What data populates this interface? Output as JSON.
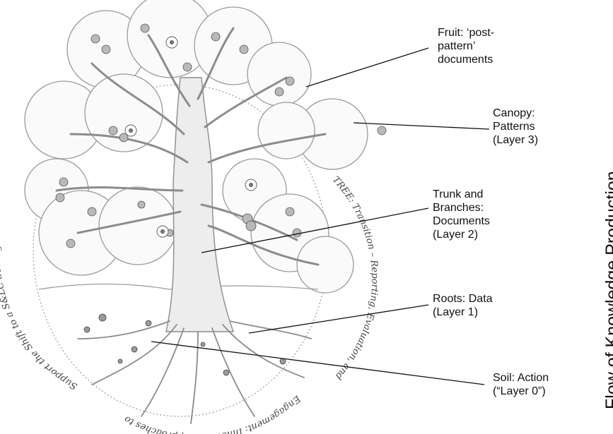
{
  "labels": {
    "fruit": "Fruit: ‘post-\npattern’\ndocuments",
    "canopy": "Canopy:\nPatterns\n(Layer 3)",
    "trunk": "Trunk and\nBranches:\nDocuments\n(Layer 2)",
    "roots": "Roots: Data\n(Layer 1)",
    "soil": "Soil:  Action\n(“Layer 0”)"
  },
  "axis_label": "Flow of Knowledge Production",
  "ring_text": {
    "right": "TREE: Transition – Reporting, Evaluation, and",
    "bottom": "Engagement: Innovative Approaches to",
    "left": "Support the Shift to a S&LC Society"
  },
  "colors": {
    "ink": "#111111",
    "pencil": "#8c8c8c",
    "fruit_fill": "#b9b9b9"
  }
}
